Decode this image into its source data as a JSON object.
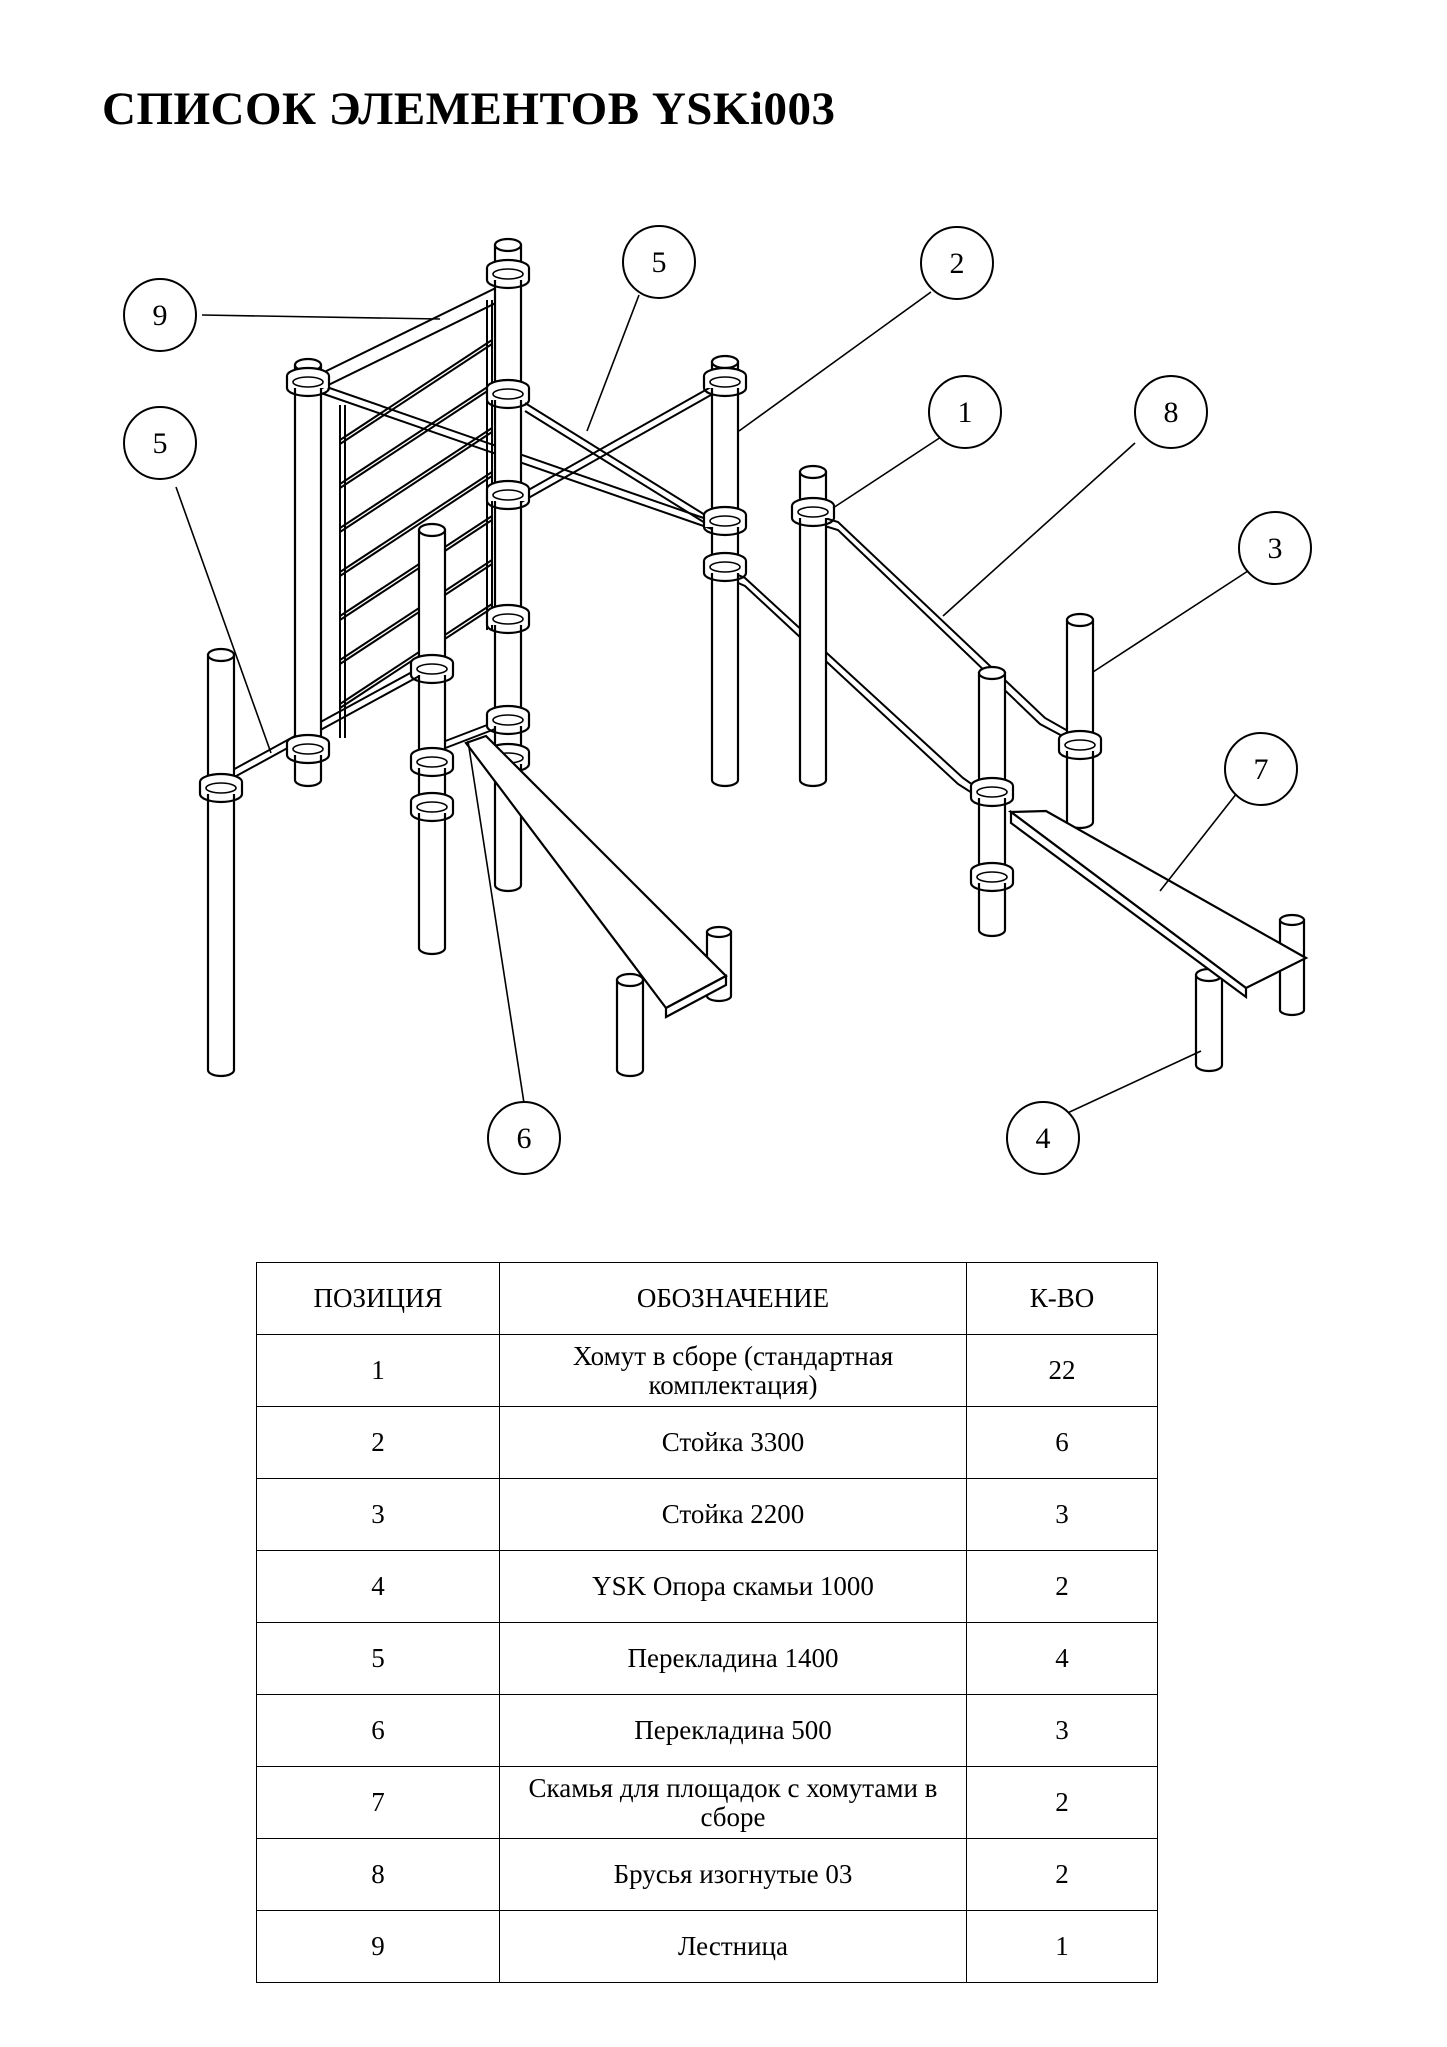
{
  "document": {
    "title": "СПИСОК ЭЛЕМЕНТОВ YSKi003"
  },
  "drawing": {
    "callouts": [
      "1",
      "2",
      "3",
      "4",
      "5",
      "5",
      "6",
      "7",
      "8",
      "9"
    ]
  },
  "table": {
    "headers": [
      "ПОЗИЦИЯ",
      "ОБОЗНАЧЕНИЕ",
      "К-ВО"
    ],
    "rows": [
      [
        "1",
        "Хомут в сборе (стандартная комплектация)",
        "22"
      ],
      [
        "2",
        "Стойка 3300",
        "6"
      ],
      [
        "3",
        "Стойка 2200",
        "3"
      ],
      [
        "4",
        "YSK Опора скамьи 1000",
        "2"
      ],
      [
        "5",
        "Перекладина 1400",
        "4"
      ],
      [
        "6",
        "Перекладина 500",
        "3"
      ],
      [
        "7",
        "Скамья для площадок с хомутами в сборе",
        "2"
      ],
      [
        "8",
        "Брусья изогнутые 03",
        "2"
      ],
      [
        "9",
        "Лестница",
        "1"
      ]
    ]
  }
}
